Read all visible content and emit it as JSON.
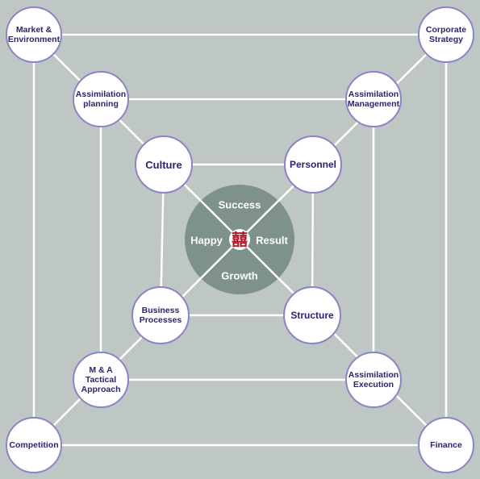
{
  "colors": {
    "background": "#bfc7c5",
    "line": "#ffffff",
    "node_fill": "#ffffff",
    "node_border": "#8a84c4",
    "node_text": "#2a2570",
    "center_fill": "#7e918d",
    "emblem": "#b0182a"
  },
  "outer": {
    "top_left": "Market &\nEnvironment",
    "top_right": "Corporate\nStrategy",
    "bottom_left": "Competition",
    "bottom_right": "Finance"
  },
  "middle": {
    "top_left": "Assimilation\nplanning",
    "top_right": "Assimilation\nManagement",
    "bottom_left": "M & A\nTactical\nApproach",
    "bottom_right": "Assimilation\nExecution"
  },
  "inner": {
    "top_left": "Culture",
    "top_right": "Personnel",
    "bottom_left": "Business\nProcesses",
    "bottom_right": "Structure"
  },
  "center": {
    "top": "Success",
    "left": "Happy",
    "right": "Result",
    "bottom": "Growth",
    "emblem": "囍",
    "emblem_icon": "double-happiness-icon"
  }
}
